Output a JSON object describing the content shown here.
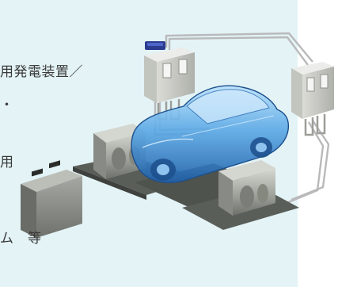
{
  "text_lines": [
    "用発電装置／",
    "・",
    "用",
    "ム　等"
  ],
  "colors": {
    "panel_background": "#e3f3f6",
    "car_body": "#3f8fd6",
    "rig_metal": "#9b9f98",
    "floor_plate": "#595d58",
    "pipe": "#b9b9bb",
    "blue_device": "#2b3c8f"
  }
}
